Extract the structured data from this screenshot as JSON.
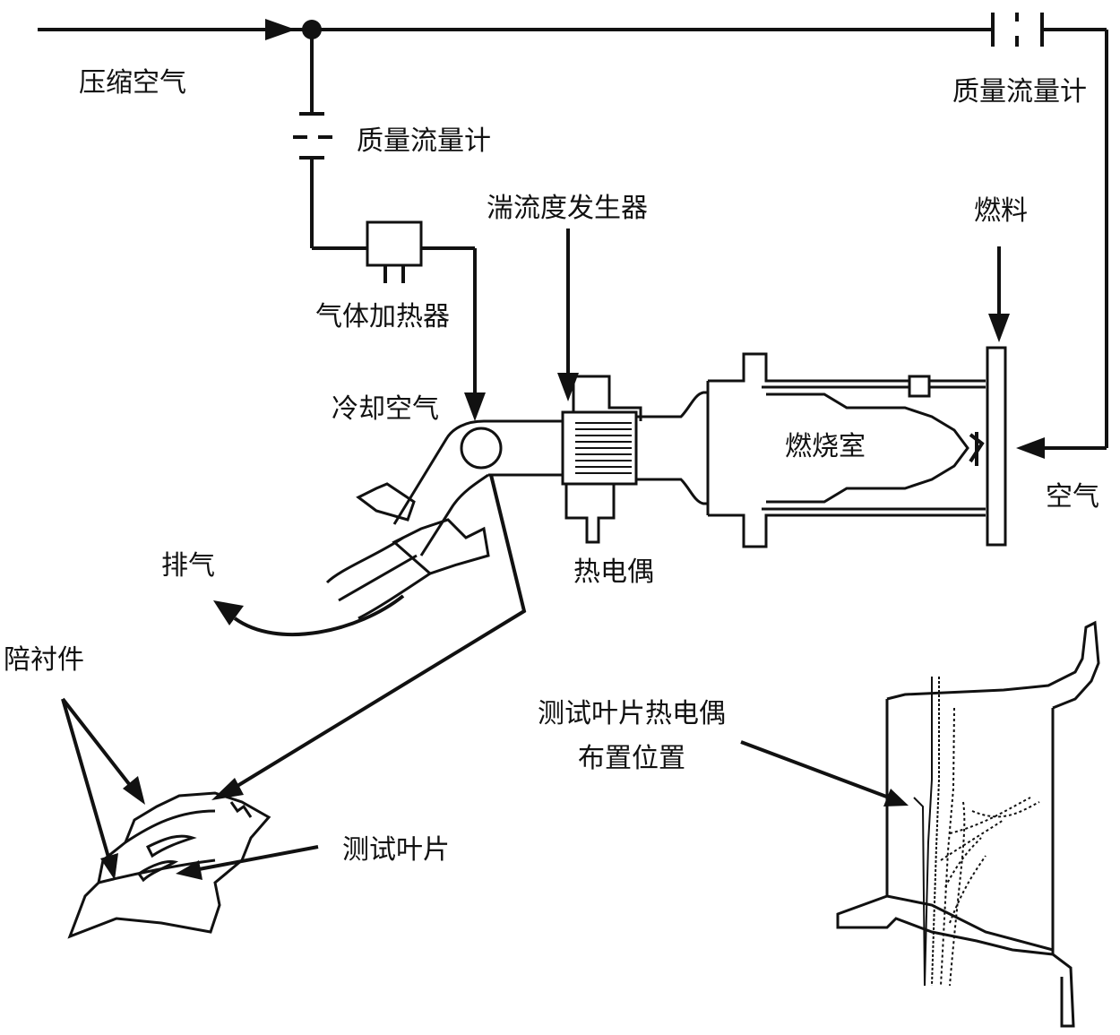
{
  "labels": {
    "compressed_air": "压缩空气",
    "mass_flow_meter_right": "质量流量计",
    "mass_flow_meter_left": "质量流量计",
    "turbulence_generator": "湍流度发生器",
    "fuel": "燃料",
    "gas_heater": "气体加热器",
    "cooling_air": "冷却空气",
    "combustor": "燃烧室",
    "air": "空气",
    "thermocouple": "热电偶",
    "exhaust": "排气",
    "companion_part": "陪衬件",
    "test_blade": "测试叶片",
    "test_blade_thermocouple_line1": "测试叶片热电偶",
    "test_blade_thermocouple_line2": "布置位置"
  },
  "colors": {
    "line": "#111111",
    "background": "#ffffff"
  }
}
